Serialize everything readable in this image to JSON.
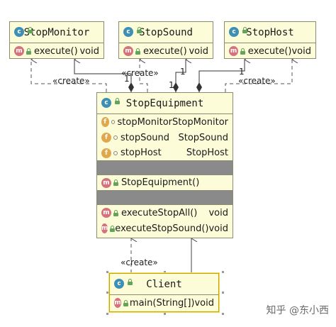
{
  "diagram": {
    "classes": {
      "stop_monitor": {
        "name": "StopMonitor",
        "methods": [
          {
            "name": "execute()",
            "type": "void"
          }
        ]
      },
      "stop_sound": {
        "name": "StopSound",
        "methods": [
          {
            "name": "execute()",
            "type": "void"
          }
        ]
      },
      "stop_host": {
        "name": "StopHost",
        "methods": [
          {
            "name": "execute()",
            "type": "void"
          }
        ]
      },
      "stop_equipment": {
        "name": "StopEquipment",
        "fields": [
          {
            "name": "stopMonitor",
            "type": "StopMonitor"
          },
          {
            "name": "stopSound",
            "type": "StopSound"
          },
          {
            "name": "stopHost",
            "type": "StopHost"
          }
        ],
        "constructors": [
          {
            "name": "StopEquipment()",
            "type": ""
          }
        ],
        "methods": [
          {
            "name": "executeStopAll()",
            "type": "void"
          },
          {
            "name": "executeStopSound()",
            "type": "void"
          }
        ]
      },
      "client": {
        "name": "Client",
        "methods": [
          {
            "name": "main(String[])",
            "type": "void"
          }
        ]
      }
    },
    "labels": {
      "create_left": "«create»",
      "create_mid": "«create»",
      "create_right": "«create»",
      "create_client": "«create»",
      "mult_a": "1",
      "mult_b": "1",
      "mult_c": "1",
      "mult_d": "1"
    },
    "badges": {
      "class": "c",
      "method": "m",
      "field": "f"
    }
  },
  "watermark": "知乎 @东小西"
}
